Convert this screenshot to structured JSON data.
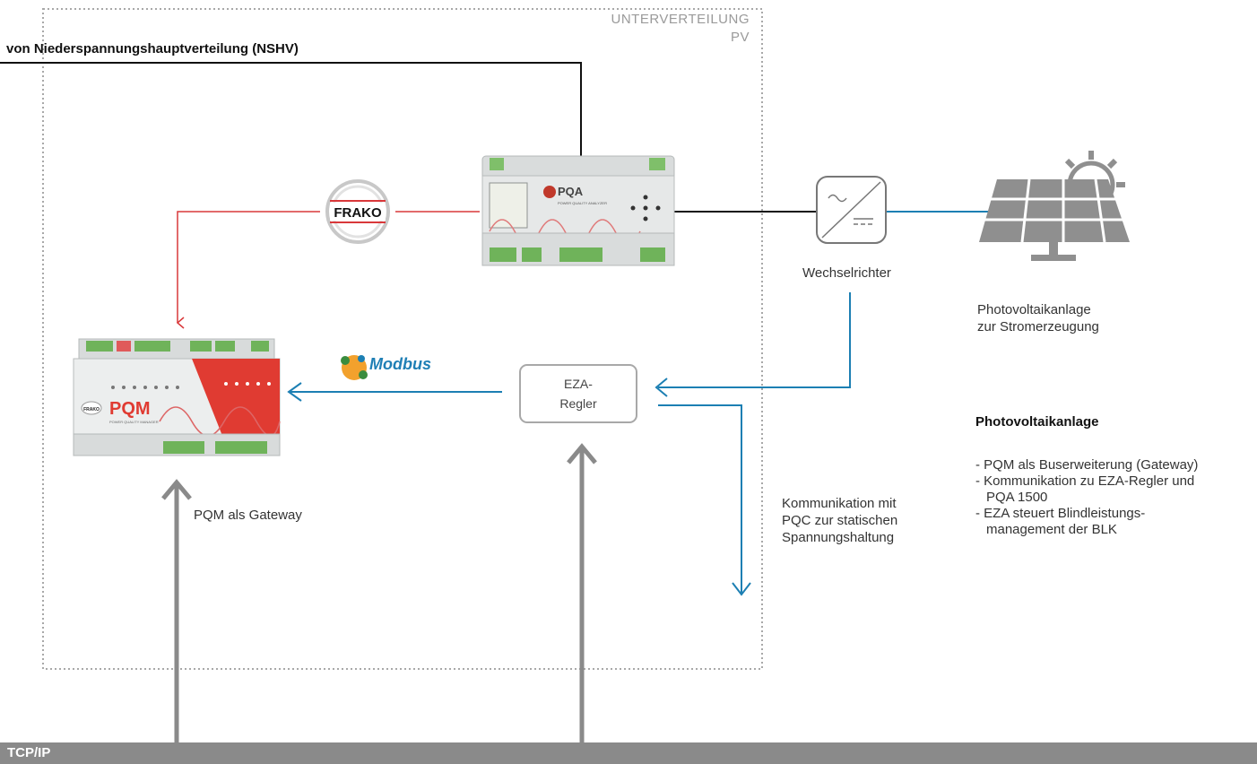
{
  "diagram": {
    "feed_label": "von Niederspannungshauptverteilung (NSHV)",
    "zone_label_line1": "UNTERVERTEILUNG",
    "zone_label_line2": "PV",
    "pqa": {
      "brand": "PQA",
      "sub": "POWER QUALITY ANALYZER"
    },
    "pqm": {
      "brand": "PQM",
      "sub": "POWER QUALITY MANAGER",
      "logo": "FRAKO"
    },
    "frako_logo": "FRAKO",
    "modbus_logo": "Modbus",
    "inverter_label": "Wechselrichter",
    "pv_caption_line1": "Photovoltaikanlage",
    "pv_caption_line2": "zur Stromerzeugung",
    "eza_line1": "EZA-",
    "eza_line2": "Regler",
    "pqm_caption": "PQM als Gateway",
    "comm_line1": "Kommunikation mit",
    "comm_line2": "PQC zur statischen",
    "comm_line3": "Spannungshaltung",
    "features_title": "Photovoltaikanlage",
    "features": [
      "- PQM als Buserweiterung (Gateway)",
      "- Kommunikation zu EZA-Regler und PQA 1500",
      "- EZA steuert Blindleistungs- management der BLK"
    ],
    "bus_label": "TCP/IP"
  },
  "colors": {
    "power_line": "#111111",
    "measurement_line": "#d9383a",
    "comm_line": "#1c7fb3",
    "bus": "#8a8a8a",
    "zone_border": "#a8a8a8",
    "pv_panel": "#8f8f8f"
  }
}
